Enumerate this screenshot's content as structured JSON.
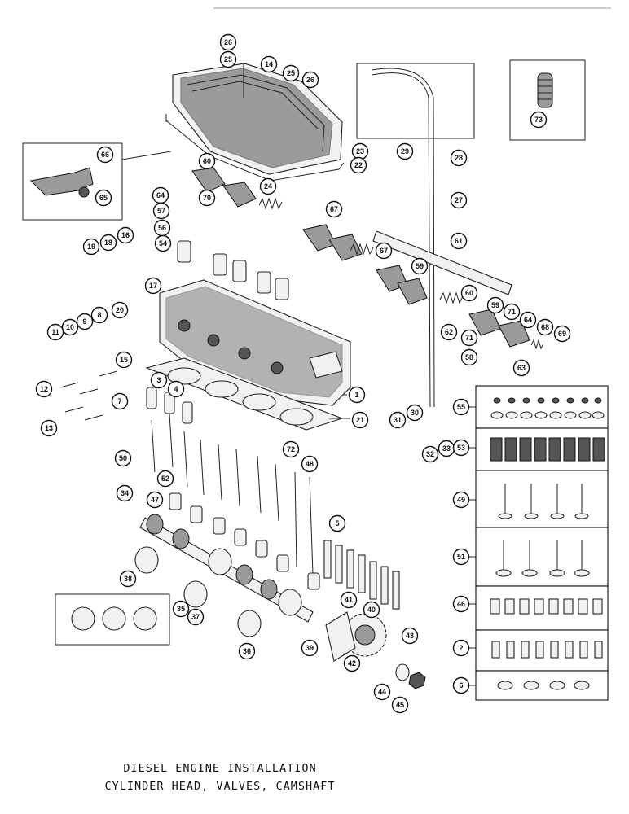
{
  "caption": {
    "line1": "DIESEL ENGINE INSTALLATION",
    "line2": "CYLINDER HEAD, VALVES, CAMSHAFT"
  },
  "callouts": [
    {
      "id": "c26a",
      "label": "26"
    },
    {
      "id": "c25a",
      "label": "25"
    },
    {
      "id": "c14",
      "label": "14"
    },
    {
      "id": "c25b",
      "label": "25"
    },
    {
      "id": "c26b",
      "label": "26"
    },
    {
      "id": "c73",
      "label": "73"
    },
    {
      "id": "c66",
      "label": "66"
    },
    {
      "id": "c65",
      "label": "65"
    },
    {
      "id": "c60a",
      "label": "60"
    },
    {
      "id": "c64a",
      "label": "64"
    },
    {
      "id": "c70",
      "label": "70"
    },
    {
      "id": "c24",
      "label": "24"
    },
    {
      "id": "c23",
      "label": "23"
    },
    {
      "id": "c22",
      "label": "22"
    },
    {
      "id": "c29",
      "label": "29"
    },
    {
      "id": "c28",
      "label": "28"
    },
    {
      "id": "c27",
      "label": "27"
    },
    {
      "id": "c57",
      "label": "57"
    },
    {
      "id": "c67a",
      "label": "67"
    },
    {
      "id": "c56",
      "label": "56"
    },
    {
      "id": "c54",
      "label": "54"
    },
    {
      "id": "c19",
      "label": "19"
    },
    {
      "id": "c18",
      "label": "18"
    },
    {
      "id": "c16",
      "label": "16"
    },
    {
      "id": "c17",
      "label": "17"
    },
    {
      "id": "c61",
      "label": "61"
    },
    {
      "id": "c67b",
      "label": "67"
    },
    {
      "id": "c59a",
      "label": "59"
    },
    {
      "id": "c20",
      "label": "20"
    },
    {
      "id": "c8",
      "label": "8"
    },
    {
      "id": "c9",
      "label": "9"
    },
    {
      "id": "c10",
      "label": "10"
    },
    {
      "id": "c11",
      "label": "11"
    },
    {
      "id": "c60b",
      "label": "60"
    },
    {
      "id": "c59b",
      "label": "59"
    },
    {
      "id": "c71a",
      "label": "71"
    },
    {
      "id": "c62",
      "label": "62"
    },
    {
      "id": "c71b",
      "label": "71"
    },
    {
      "id": "c58",
      "label": "58"
    },
    {
      "id": "c64b",
      "label": "64"
    },
    {
      "id": "c68",
      "label": "68"
    },
    {
      "id": "c69",
      "label": "69"
    },
    {
      "id": "c63",
      "label": "63"
    },
    {
      "id": "c15",
      "label": "15"
    },
    {
      "id": "c12",
      "label": "12"
    },
    {
      "id": "c3",
      "label": "3"
    },
    {
      "id": "c4",
      "label": "4"
    },
    {
      "id": "c1",
      "label": "1"
    },
    {
      "id": "c7",
      "label": "7"
    },
    {
      "id": "c13",
      "label": "13"
    },
    {
      "id": "c21",
      "label": "21"
    },
    {
      "id": "c30",
      "label": "30"
    },
    {
      "id": "c31",
      "label": "31"
    },
    {
      "id": "c33",
      "label": "33"
    },
    {
      "id": "c32",
      "label": "32"
    },
    {
      "id": "c55",
      "label": "55"
    },
    {
      "id": "c53",
      "label": "53"
    },
    {
      "id": "c50",
      "label": "50"
    },
    {
      "id": "c72",
      "label": "72"
    },
    {
      "id": "c52",
      "label": "52"
    },
    {
      "id": "c48",
      "label": "48"
    },
    {
      "id": "c47",
      "label": "47"
    },
    {
      "id": "c34",
      "label": "34"
    },
    {
      "id": "c49",
      "label": "49"
    },
    {
      "id": "c5",
      "label": "5"
    },
    {
      "id": "c51",
      "label": "51"
    },
    {
      "id": "c38",
      "label": "38"
    },
    {
      "id": "c35",
      "label": "35"
    },
    {
      "id": "c37",
      "label": "37"
    },
    {
      "id": "c41",
      "label": "41"
    },
    {
      "id": "c40",
      "label": "40"
    },
    {
      "id": "c46",
      "label": "46"
    },
    {
      "id": "c36",
      "label": "36"
    },
    {
      "id": "c39",
      "label": "39"
    },
    {
      "id": "c43",
      "label": "43"
    },
    {
      "id": "c42",
      "label": "42"
    },
    {
      "id": "c2",
      "label": "2"
    },
    {
      "id": "c44",
      "label": "44"
    },
    {
      "id": "c45",
      "label": "45"
    },
    {
      "id": "c6",
      "label": "6"
    }
  ]
}
